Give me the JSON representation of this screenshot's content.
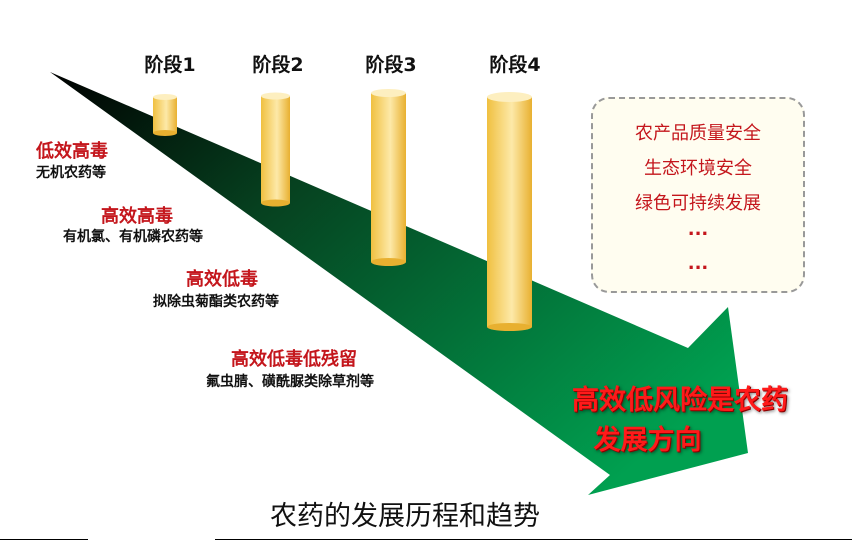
{
  "stages": [
    "阶段1",
    "阶段2",
    "阶段3",
    "阶段4"
  ],
  "categories": [
    {
      "title": "低效高毒",
      "desc": "无机农药等"
    },
    {
      "title": "高效高毒",
      "desc": "有机氯、有机磷农药等"
    },
    {
      "title": "高效低毒",
      "desc": "拟除虫菊酯类农药等"
    },
    {
      "title": "高效低毒低残留",
      "desc": "氟虫腈、磺酰脲类除草剂等"
    }
  ],
  "goals": [
    "农产品质量安全",
    "生态环境安全",
    "绿色可持续发展",
    "...",
    "..."
  ],
  "slogan": {
    "line1": "高效低风险是农药",
    "line2": "发展方向"
  },
  "title": "农药的发展历程和趋势",
  "colors": {
    "arrow_dark": "#0a1a0c",
    "arrow_green": "#00a050",
    "cylinder": "#f5c842",
    "red": "#c4161c"
  }
}
